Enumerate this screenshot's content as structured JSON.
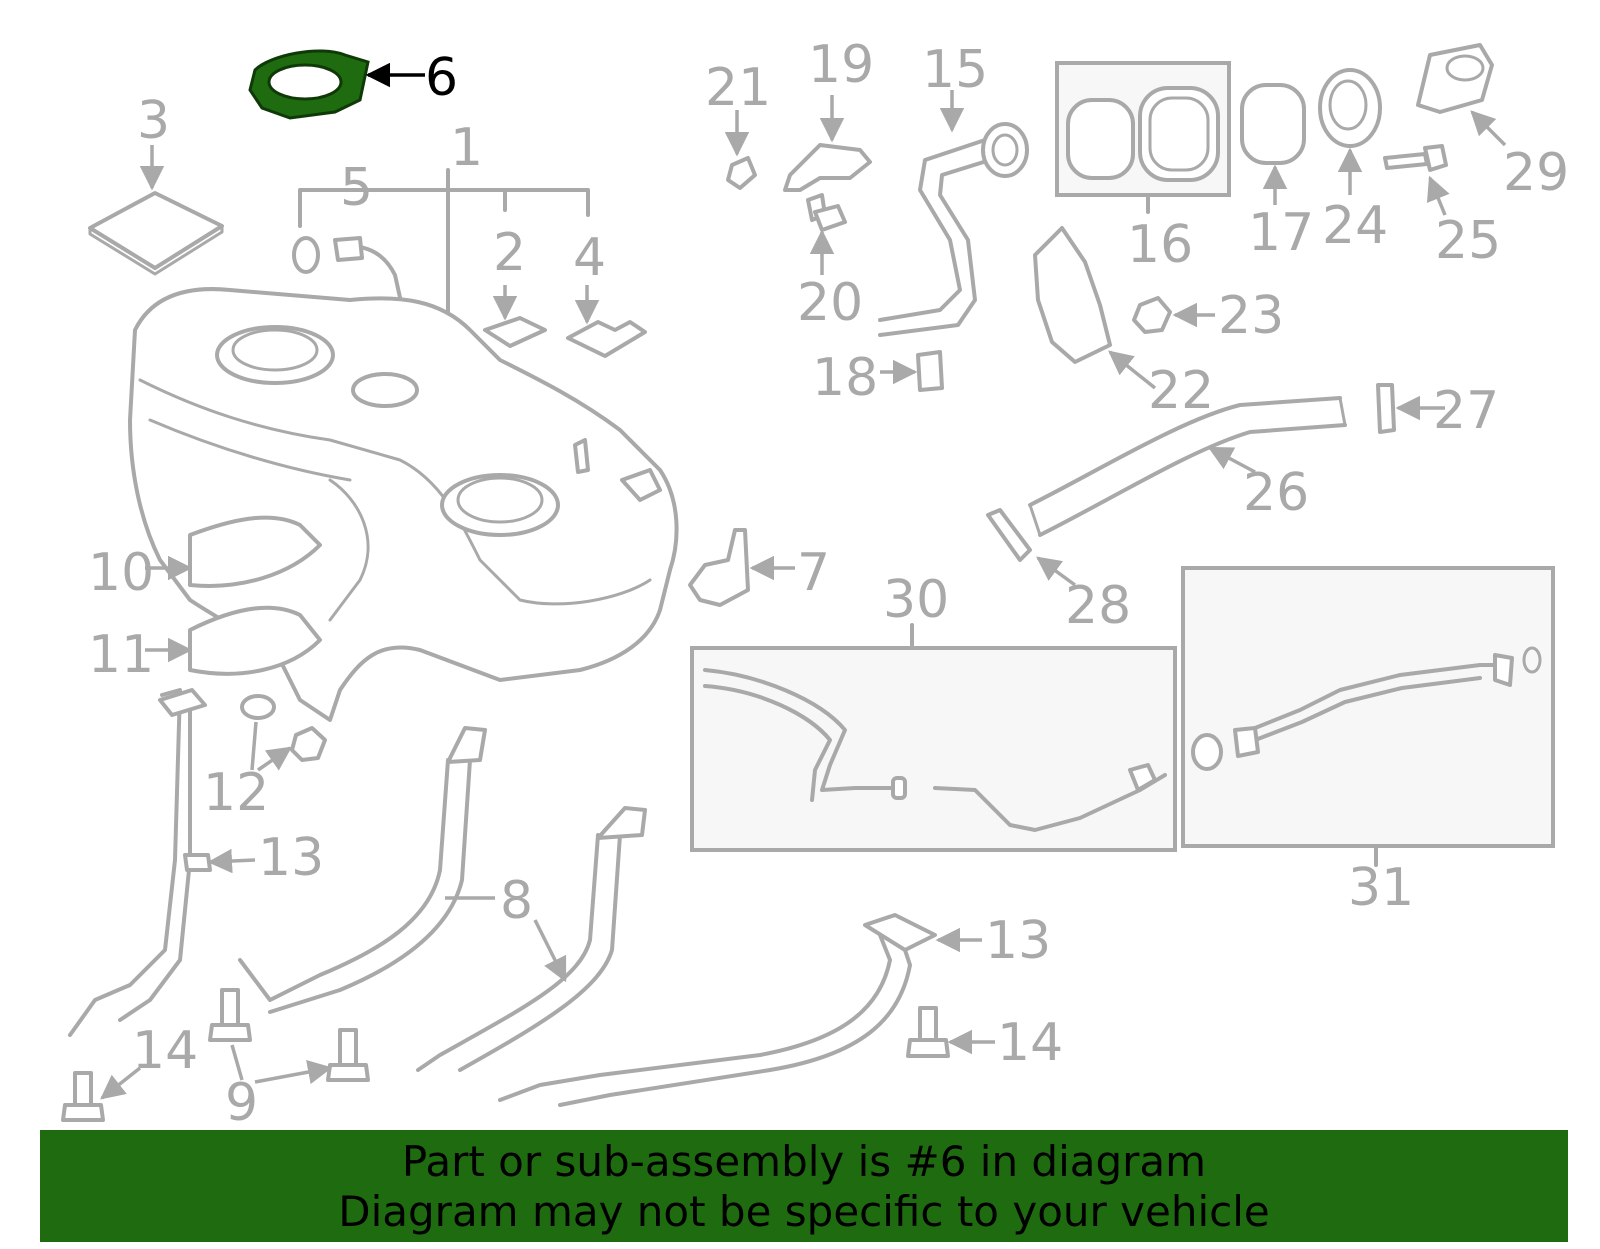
{
  "highlight": {
    "part_number": "6",
    "color": "#1e6b10"
  },
  "callouts": [
    "1",
    "2",
    "3",
    "4",
    "5",
    "6",
    "7",
    "8",
    "9",
    "10",
    "11",
    "12",
    "13",
    "14",
    "15",
    "16",
    "17",
    "18",
    "19",
    "20",
    "21",
    "22",
    "23",
    "24",
    "25",
    "26",
    "27",
    "28",
    "29",
    "30",
    "31"
  ],
  "extra_callouts": {
    "13b": "13",
    "14b": "14"
  },
  "banner": {
    "line1": "Part or sub-assembly is #6 in diagram",
    "line2": "Diagram may not be specific to your vehicle"
  }
}
